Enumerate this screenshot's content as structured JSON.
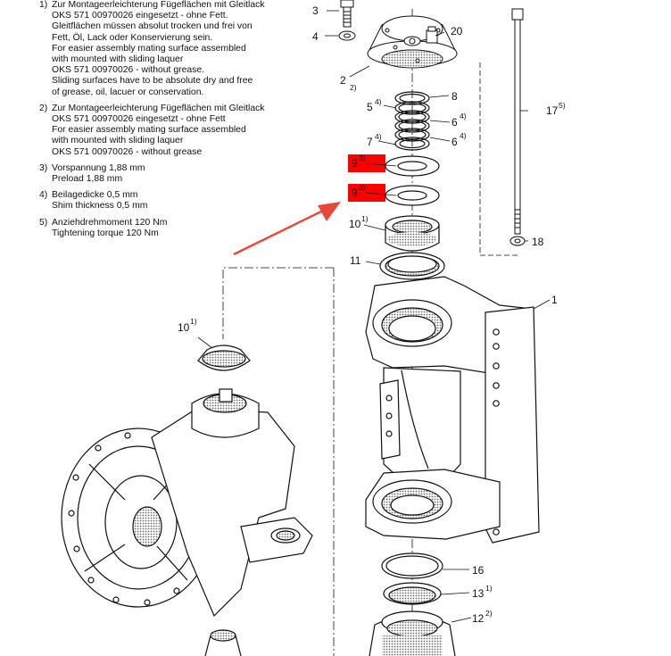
{
  "notes": [
    {
      "num": "1)",
      "lines": [
        "Zur Montageerleichterung Fügeflächen mit Gleitlack",
        "OKS 571 00970026 eingesetzt - ohne Fett.",
        "Gleitflächen müssen absolut trocken und frei von",
        "Fett, Öl, Lack oder Konservierung sein.",
        "For easier assembly mating surface assembled",
        "with mounted with sliding laquer",
        "OKS 571 00970026 - without grease.",
        "Sliding surfaces have to be absolute dry and free",
        "of grease, oil, lacuer or conservation."
      ]
    },
    {
      "num": "2)",
      "lines": [
        "Zur Montageerleichterung Fügeflächen mit Gleitlack",
        "OKS 571 00970026 eingesetzt - ohne Fett",
        "For easier assembly mating surface assembled",
        "with mounted with sliding laquer",
        "OKS 571 00970026 - without grease"
      ]
    },
    {
      "num": "3)",
      "lines": [
        "Vorspannung 1,88 mm",
        "Preload 1,88 mm"
      ]
    },
    {
      "num": "4)",
      "lines": [
        "Beilagedicke 0,5 mm",
        "Shim thickness 0,5 mm"
      ]
    },
    {
      "num": "5)",
      "lines": [
        "Anziehdrehmoment 120 Nm",
        "Tightening torque 120 Nm"
      ]
    }
  ],
  "callouts": {
    "c1": "1",
    "c2": "2",
    "c2_sup": "2)",
    "c3": "3",
    "c4": "4",
    "c5": "5",
    "c5_sup": "4)",
    "c6a": "6",
    "c6a_sup": "4)",
    "c6b": "6",
    "c6b_sup": "4)",
    "c7": "7",
    "c7_sup": "4)",
    "c8": "8",
    "c9a": "9",
    "c9a_sup": "3)",
    "c9b": "9",
    "c9b_sup": "3)",
    "c10": "10",
    "c10_sup": "1)",
    "c10b": "10",
    "c10b_sup": "1)",
    "c11": "11",
    "c12": "12",
    "c12_sup": "2)",
    "c13": "13",
    "c13_sup": "1)",
    "c16": "16",
    "c17": "17",
    "c17_sup": "5)",
    "c18": "18",
    "c20": "20"
  },
  "colors": {
    "highlight": "#ff0000",
    "arrow": "#e8483c",
    "line": "#111111",
    "shade": "#9a9a9a"
  }
}
